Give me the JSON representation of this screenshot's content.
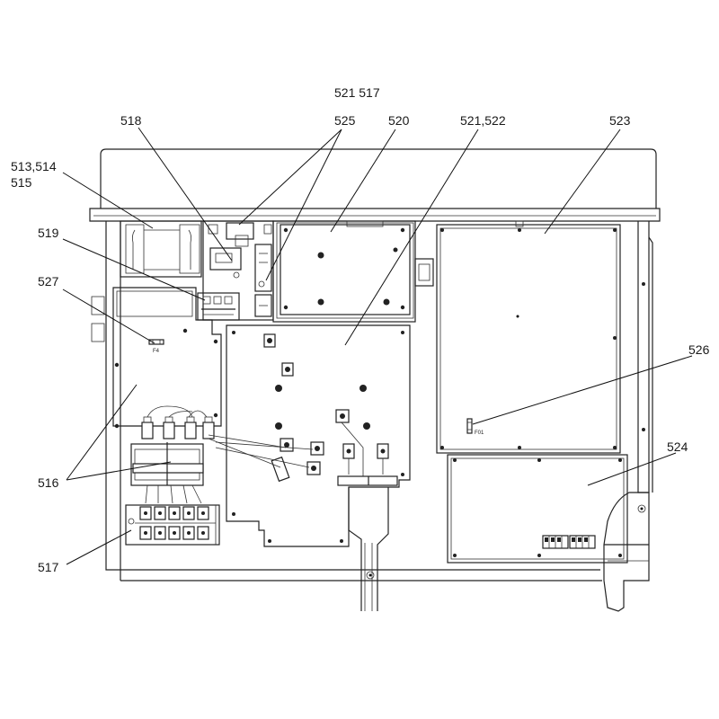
{
  "header_fragment": "521 517",
  "callouts": {
    "c518": "518",
    "c525": "525",
    "c520": "520",
    "c521_522": "521,522",
    "c523": "523",
    "c513_514": "513,514",
    "c515": "515",
    "c519": "519",
    "c527": "527",
    "c526": "526",
    "c524": "524",
    "c516": "516",
    "c517": "517"
  },
  "part_marks": {
    "fuse_f4": "F4",
    "fuse_f01": "F01"
  }
}
